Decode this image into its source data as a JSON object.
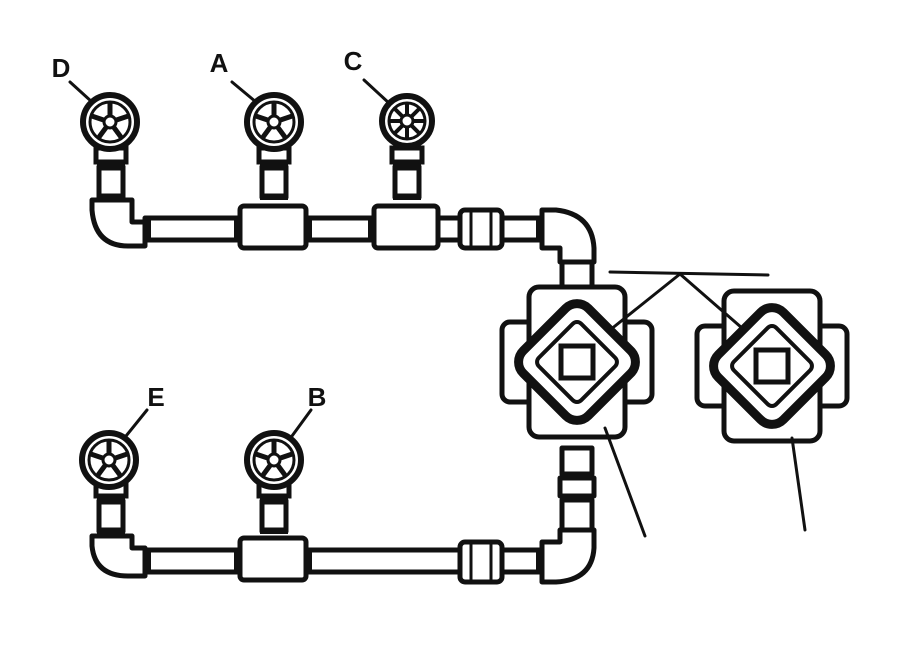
{
  "valves": [
    {
      "id": "D",
      "label": "D"
    },
    {
      "id": "A",
      "label": "A"
    },
    {
      "id": "C",
      "label": "C"
    },
    {
      "id": "E",
      "label": "E"
    },
    {
      "id": "B",
      "label": "B"
    }
  ],
  "components": [
    "upper-pipe-run",
    "lower-pipe-run",
    "unions",
    "elbows",
    "tees",
    "pump-left",
    "pump-right",
    "pump-callout"
  ],
  "colors": {
    "ink": "#111111",
    "background": "#ffffff"
  }
}
